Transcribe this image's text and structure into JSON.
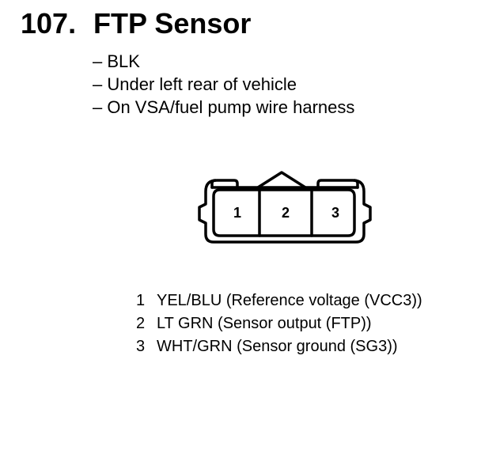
{
  "page": {
    "title_number": "107.",
    "title_name": "FTP Sensor"
  },
  "connector_info": [
    "– BLK",
    "– Under left rear of vehicle",
    "– On VSA/fuel pump wire harness"
  ],
  "connector": {
    "terminals": [
      "1",
      "2",
      "3"
    ]
  },
  "pinout": [
    {
      "pin": "1",
      "description": "YEL/BLU (Reference voltage (VCC3))"
    },
    {
      "pin": "2",
      "description": "LT GRN (Sensor output (FTP))"
    },
    {
      "pin": "3",
      "description": "WHT/GRN (Sensor ground (SG3))"
    }
  ]
}
